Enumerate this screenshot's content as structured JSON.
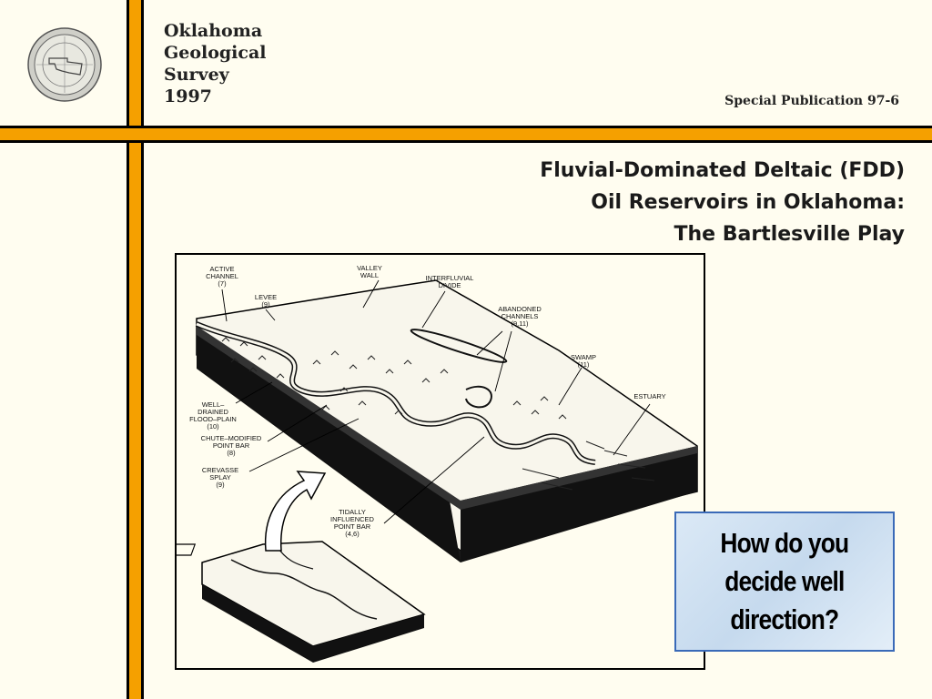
{
  "header": {
    "org_line1": "Oklahoma",
    "org_line2": "Geological",
    "org_line3": "Survey",
    "year": "1997",
    "publication": "Special Publication 97-6",
    "seal_icon": "ogs-seal-icon"
  },
  "title": {
    "line1": "Fluvial-Dominated Deltaic (FDD)",
    "line2": "Oil Reservoirs in Oklahoma:",
    "line3": "The Bartlesville Play"
  },
  "figure": {
    "labels": {
      "active_channel_1": "ACTIVE",
      "active_channel_2": "CHANNEL",
      "active_channel_3": "(7)",
      "levee_1": "LEVEE",
      "levee_2": "(9)",
      "valley_wall_1": "VALLEY",
      "valley_wall_2": "WALL",
      "interfluvial_1": "INTERFLUVIAL",
      "interfluvial_2": "DIVIDE",
      "abandoned_1": "ABANDONED",
      "abandoned_2": "CHANNELS",
      "abandoned_3": "(9,11)",
      "swamp_1": "SWAMP",
      "swamp_2": "(11)",
      "estuary": "ESTUARY",
      "well_drained_1": "WELL–",
      "well_drained_2": "DRAINED",
      "well_drained_3": "FLOOD–PLAIN",
      "well_drained_4": "(10)",
      "chute_1": "CHUTE–MODIFIED",
      "chute_2": "POINT BAR",
      "chute_3": "(8)",
      "crevasse_1": "CREVASSE",
      "crevasse_2": "SPLAY",
      "crevasse_3": "(9)",
      "tidally_1": "TIDALLY",
      "tidally_2": "INFLUENCED",
      "tidally_3": "POINT BAR",
      "tidally_4": "(4,6)"
    }
  },
  "callout": {
    "line1": "How do you",
    "line2": "decide well",
    "line3": "direction?"
  },
  "colors": {
    "frame_orange": "#f5a000",
    "callout_border": "#3a6ab8"
  }
}
